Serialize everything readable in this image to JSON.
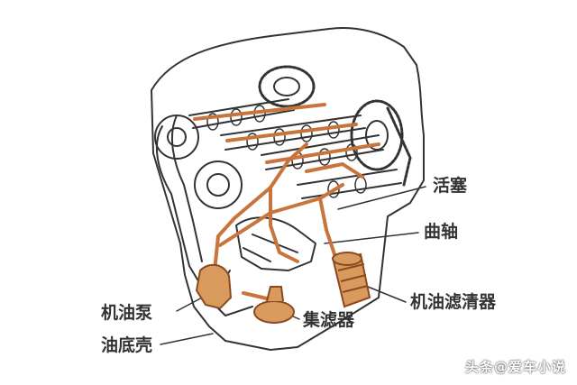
{
  "labels": {
    "piston": "活塞",
    "crankshaft": "曲轴",
    "oil_filter": "机油滤清器",
    "strainer": "集滤器",
    "oil_pump": "机油泵",
    "oil_pan": "油底壳"
  },
  "watermark": "头条@爱车小说",
  "colors": {
    "oil_path": "#c8743c",
    "oil_fill": "#d99a5e",
    "line_art": "#333333",
    "label_text": "#333333"
  }
}
